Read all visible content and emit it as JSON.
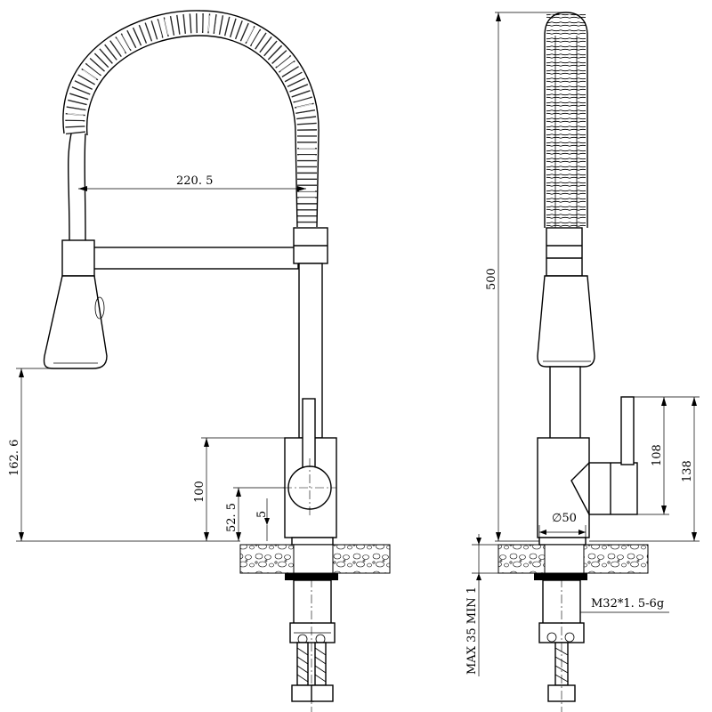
{
  "dimensions": {
    "spout_reach": "220. 5",
    "spray_height": "162. 6",
    "body_height": "100",
    "lever_axis_height": "52. 5",
    "base_gap": "5",
    "total_height": "500",
    "handle_height": "108",
    "lever_total_height": "138",
    "base_diameter": "∅50",
    "thread_spec": "M32*1. 5-6g",
    "counter_thickness": "MAX 35 MIN 1"
  },
  "icons": [
    "faucet-front-view",
    "faucet-side-view",
    "countertop-section",
    "supply-hose"
  ]
}
